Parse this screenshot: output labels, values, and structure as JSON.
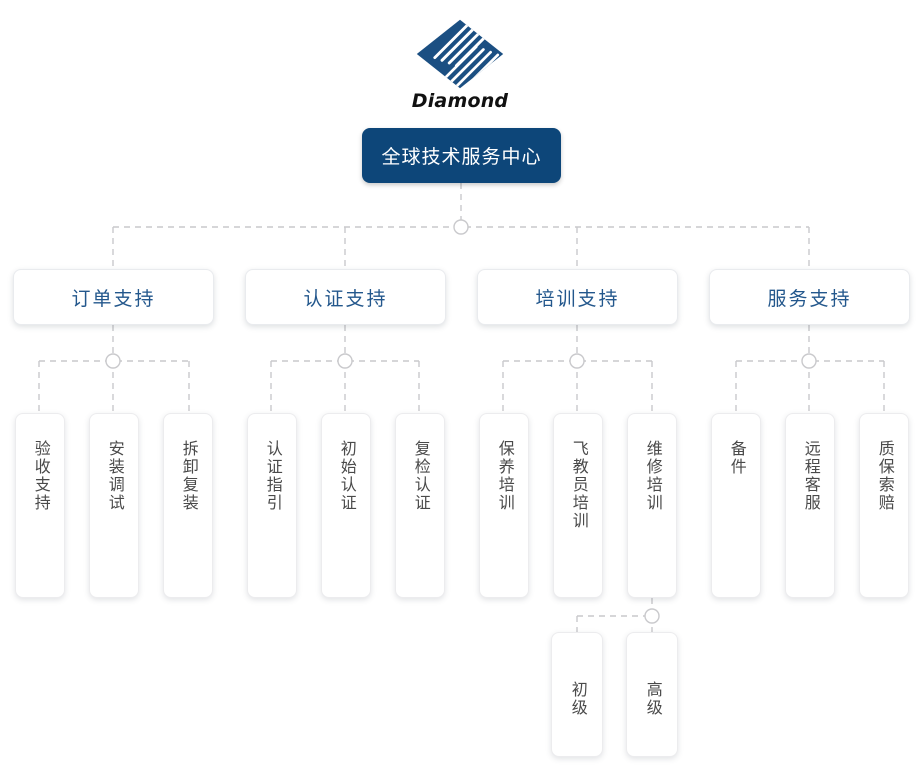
{
  "brand": {
    "wordmark": "Diamond",
    "logo_icon": "diamond-logo-icon",
    "logo_color": "#1b4f82"
  },
  "theme": {
    "root_fill": "#0d4679",
    "root_text": "#ffffff",
    "level2_text": "#23578c",
    "leaf_text": "#4a4a4a",
    "card_fill": "#ffffff",
    "connector": "#c9c9cc"
  },
  "chart_data": {
    "type": "diagram",
    "title": "全球技术服务中心",
    "root": {
      "label": "全球技术服务中心",
      "children": [
        {
          "label": "订单支持",
          "children": [
            {
              "label": "验收支持"
            },
            {
              "label": "安装调试"
            },
            {
              "label": "拆卸复装"
            }
          ]
        },
        {
          "label": "认证支持",
          "children": [
            {
              "label": "认证指引"
            },
            {
              "label": "初始认证"
            },
            {
              "label": "复检认证"
            }
          ]
        },
        {
          "label": "培训支持",
          "children": [
            {
              "label": "保养培训"
            },
            {
              "label": "飞教员培训"
            },
            {
              "label": "维修培训",
              "children": [
                {
                  "label": "初级"
                },
                {
                  "label": "高级"
                }
              ]
            }
          ]
        },
        {
          "label": "服务支持",
          "children": [
            {
              "label": "备件"
            },
            {
              "label": "远程客服"
            },
            {
              "label": "质保索赔"
            }
          ]
        }
      ]
    }
  },
  "nodes": {
    "root": "全球技术服务中心",
    "l2": [
      "订单支持",
      "认证支持",
      "培训支持",
      "服务支持"
    ],
    "g1": [
      "验收支持",
      "安装调试",
      "拆卸复装"
    ],
    "g2": [
      "认证指引",
      "初始认证",
      "复检认证"
    ],
    "g3": [
      "保养培训",
      "飞教员培训",
      "维修培训"
    ],
    "g4": [
      "备件",
      "远程客服",
      "质保索赔"
    ],
    "g5": [
      "初级",
      "高级"
    ]
  }
}
